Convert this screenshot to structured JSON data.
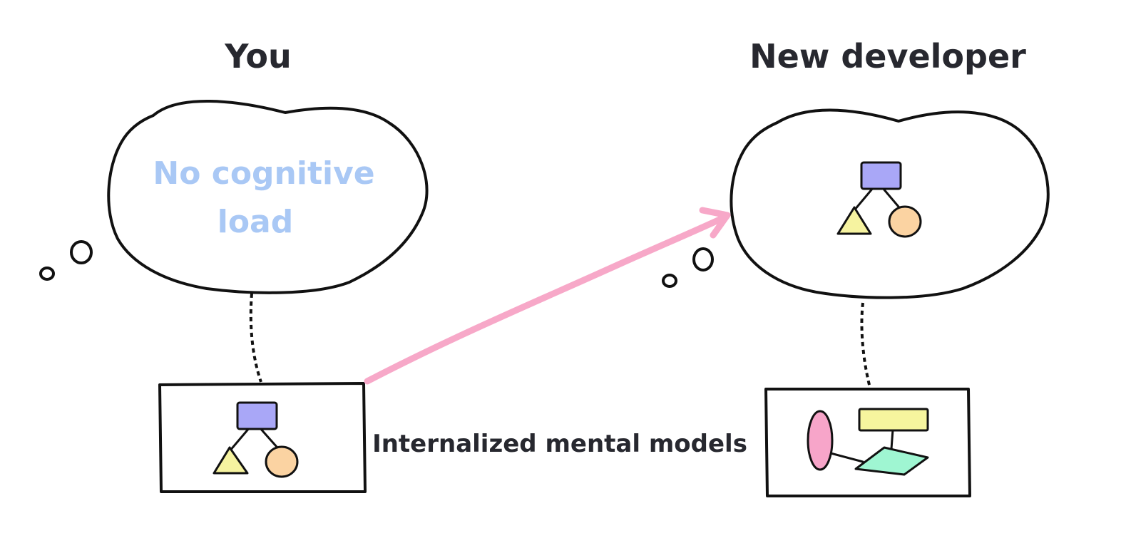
{
  "left": {
    "title": "You",
    "thought_lines": [
      "No cognitive",
      "load"
    ]
  },
  "right": {
    "title": "New developer"
  },
  "caption": "Internalized mental models",
  "colors": {
    "ink": "#111111",
    "title_text": "#27282f",
    "thought_text": "#a9c8f5",
    "arrow": "#f7a8c8",
    "square": "#a9a7f7",
    "triangle": "#f6f3a0",
    "circle": "#fbd3a2",
    "rectangle": "#f6f59e",
    "ellipse": "#f7a5c9",
    "diamond": "#9ff6d2"
  },
  "icons": {
    "arrow": "curved-arrow-icon",
    "square": "square-icon",
    "triangle": "triangle-icon",
    "circle": "circle-icon",
    "ellipse": "ellipse-icon",
    "diamond": "diamond-icon",
    "rectangle": "rectangle-icon"
  }
}
